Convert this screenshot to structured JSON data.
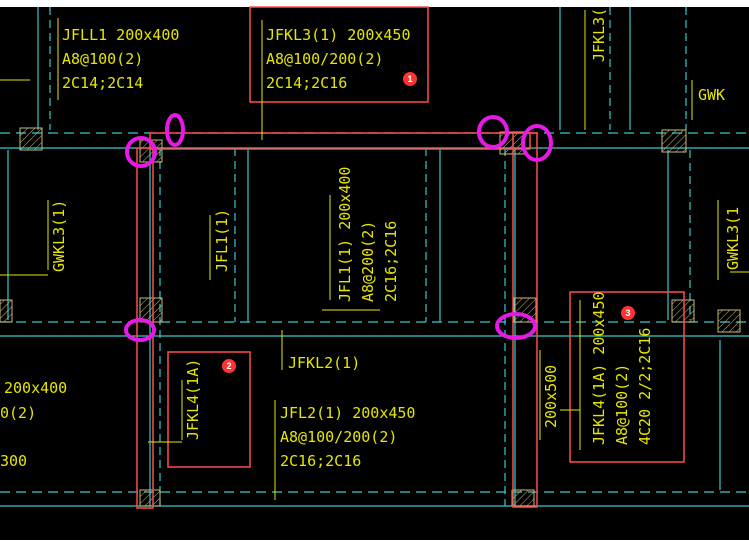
{
  "colors": {
    "background": "#000000",
    "cyan": "#33cccc",
    "yellow": "#e6e600",
    "red_box": "#ff4d4d",
    "magenta": "#e619e6",
    "badge": "#ff3333",
    "hatch": "#c9b97a"
  },
  "labels": {
    "jfll1": {
      "l1": "JFLL1 200x400",
      "l2": "A8@100(2)",
      "l3": "2C14;2C14"
    },
    "jfkl3_top": {
      "l1": "JFKL3(1) 200x450",
      "l2": "A8@100/200(2)",
      "l3": "2C14;2C16"
    },
    "jfkl3_right_top": "JFKL3(",
    "gwk_right": "GWK",
    "gwkl3_left": "GWKL3(1)",
    "gwkl3_right": "GWKL3(1",
    "jfl1_v": "JFL1(1)",
    "jfl1_detail": {
      "l1": "JFL1(1) 200x400",
      "l2": "A8@200(2)",
      "l3": "2C16;2C16"
    },
    "jfkl2": "JFKL2(1)",
    "jfkl4_v": "JFKL4(1A)",
    "jfl2": {
      "l1": "JFL2(1) 200x450",
      "l2": "A8@100/200(2)",
      "l3": "2C16;2C16"
    },
    "dim_200x500": "200x500",
    "jfkl4_detail": {
      "l1": "JFKL4(1A) 200x450",
      "l2": "A8@100(2)",
      "l3": "4C20 2/2;2C16"
    },
    "left_partial": {
      "l1": "200x400",
      "l2": "0(2)",
      "l3": "300"
    }
  },
  "badges": [
    "1",
    "2",
    "3"
  ]
}
